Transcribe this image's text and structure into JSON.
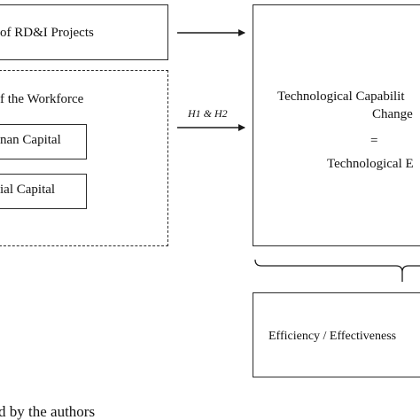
{
  "left": {
    "projects_label": "of RD&I Projects",
    "workforce_label": "f the Workforce",
    "human_capital_label": "nan Capital",
    "social_capital_label": "ial Capital"
  },
  "arrow_label": "H1 & H2",
  "right": {
    "line1": "Technological Capabilit",
    "line2": "Change",
    "line3": "=",
    "line4": "Technological E"
  },
  "bottom_box": {
    "label": "Efficiency / Effectiveness"
  },
  "footer": {
    "source_note": "d by the authors"
  }
}
